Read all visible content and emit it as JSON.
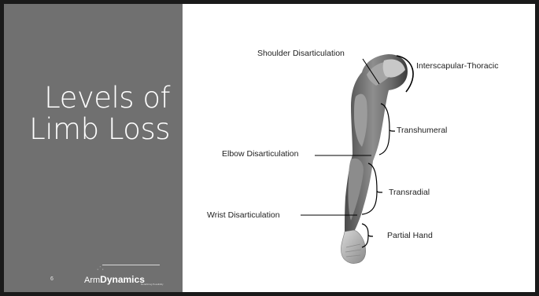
{
  "slide": {
    "title_line1": "Levels of",
    "title_line2": "Limb Loss",
    "page_number": "6"
  },
  "brand": {
    "arm": "Arm",
    "dynamics": "Dynamics",
    "tagline": "Redefining Possibility"
  },
  "diagram": {
    "labels": {
      "shoulder_disarticulation": "Shoulder Disarticulation",
      "interscapular_thoracic": "Interscapular-Thoracic",
      "transhumeral": "Transhumeral",
      "elbow_disarticulation": "Elbow Disarticulation",
      "transradial": "Transradial",
      "wrist_disarticulation": "Wrist Disarticulation",
      "partial_hand": "Partial Hand"
    }
  },
  "colors": {
    "left_panel": "#707070",
    "background": "#ffffff",
    "frame": "#1a1a1a",
    "annotation": "#000000"
  }
}
